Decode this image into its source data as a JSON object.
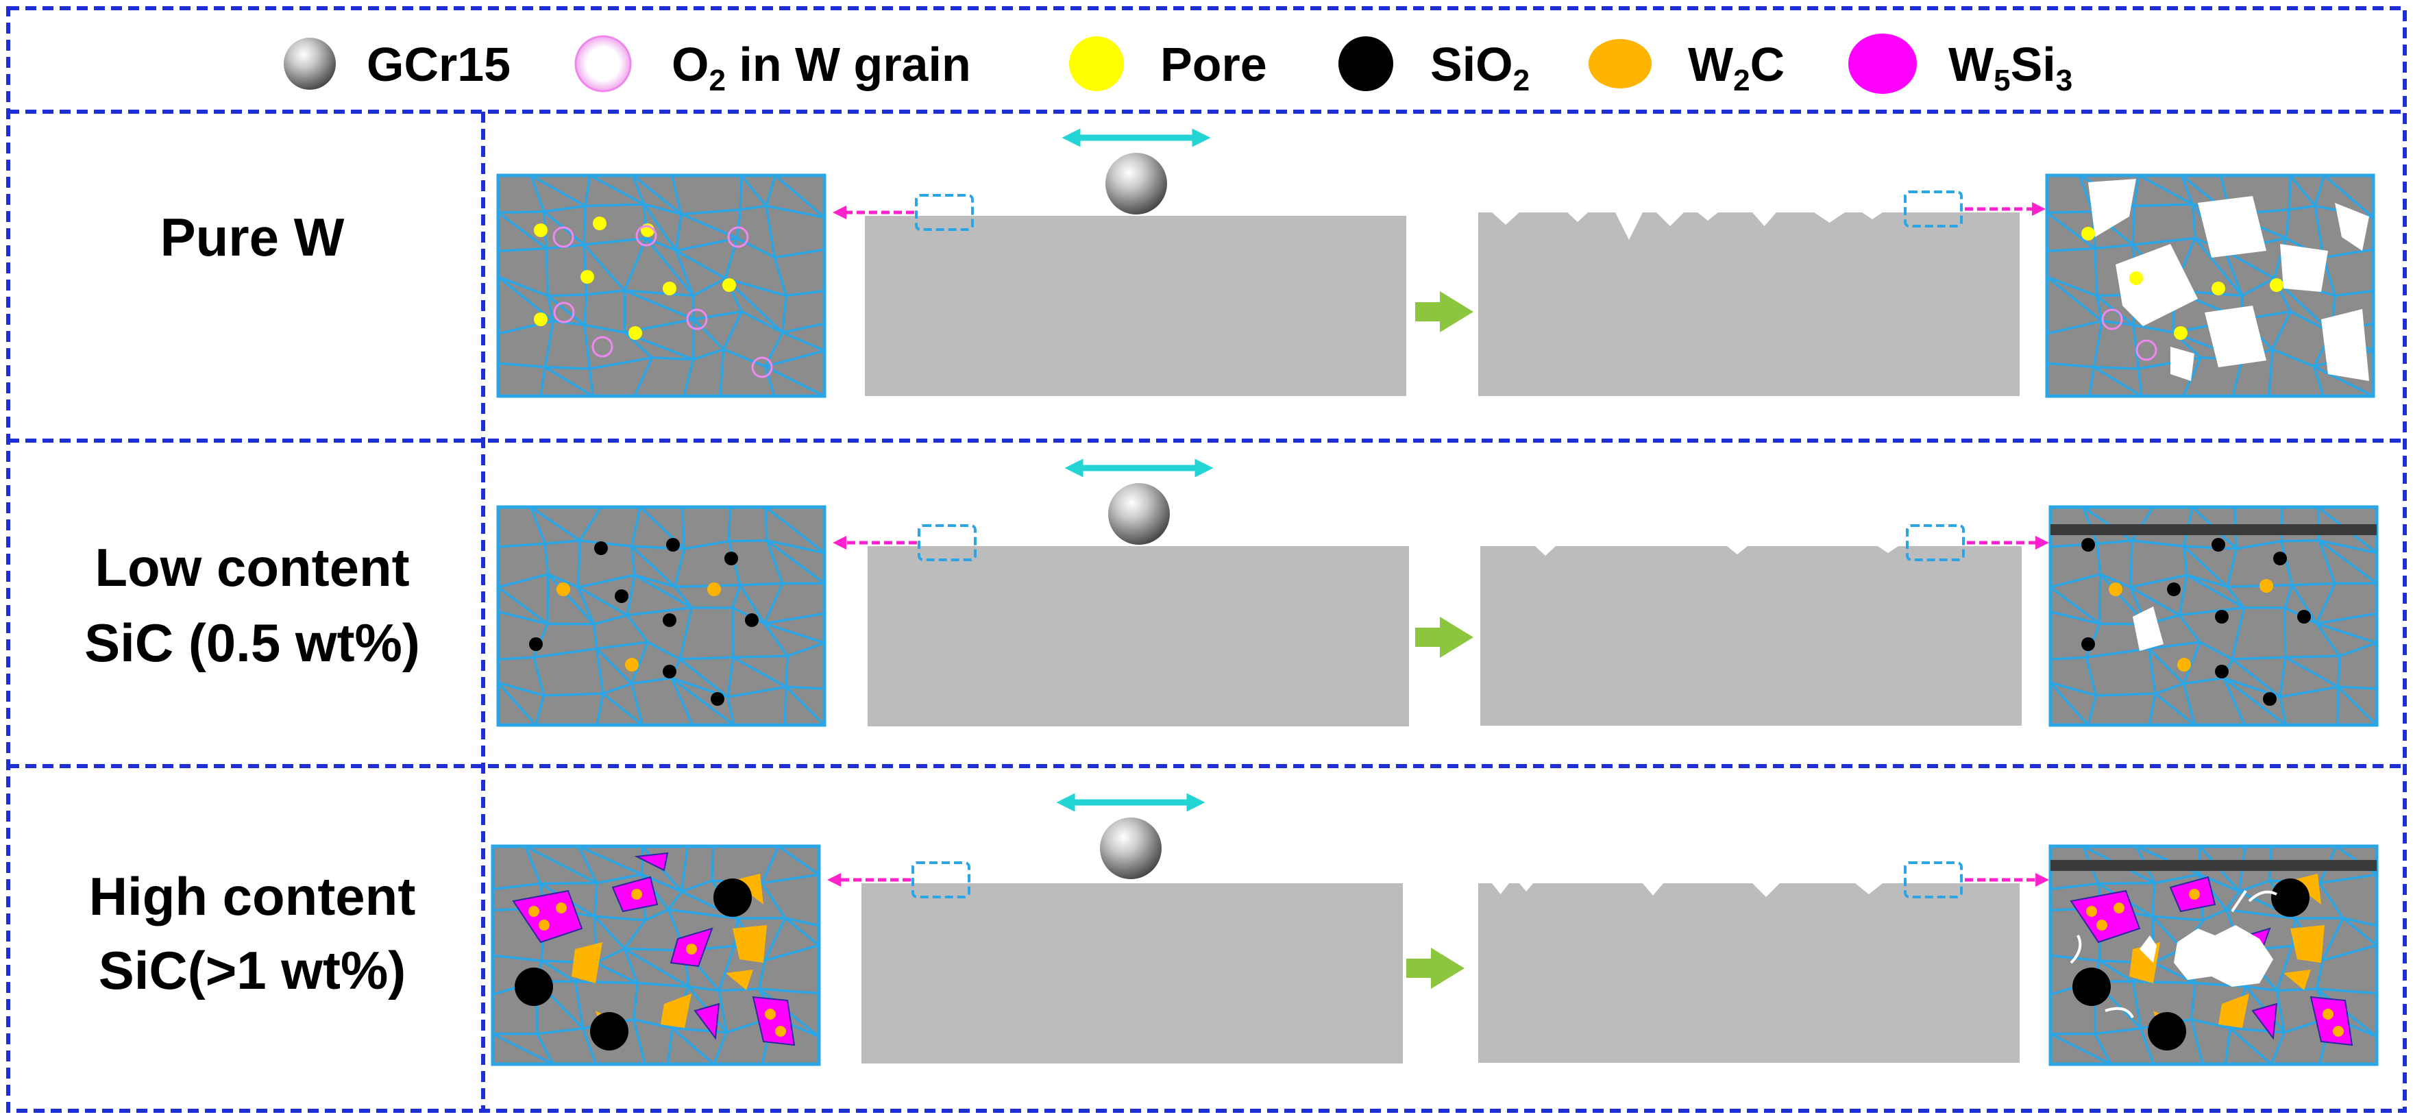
{
  "legend": {
    "gcr15": "GCr15",
    "o2": "O",
    "o2_sub": "2",
    "o2_rest": " in W grain",
    "pore": "Pore",
    "sio2": "SiO",
    "sio2_sub": "2",
    "w2c_w": "W",
    "w2c_sub": "2",
    "w2c_c": "C",
    "w5si3_w": "W",
    "w5si3_sub1": "5",
    "w5si3_si": "Si",
    "w5si3_sub2": "3"
  },
  "rows": [
    {
      "line1": "Pure W",
      "line2": ""
    },
    {
      "line1": "Low content",
      "line2": "SiC (0.5 wt%)"
    },
    {
      "line1": "High content",
      "line2": "SiC(>1 wt%)"
    }
  ],
  "colors": {
    "frame": "#1f2fd6",
    "grain_fill": "#8c8c8c",
    "grain_boundary": "#2aa6e6",
    "specimen": "#bcbcbc",
    "pore": "#ffff00",
    "sio2": "#000000",
    "w2c": "#ffb400",
    "w5si3": "#ff00ff",
    "motion_arrow": "#22d4d4",
    "zoom_arrow": "#ff22cc",
    "process_arrow": "#8cc63f",
    "oxide_film": "#3a3a3a"
  }
}
